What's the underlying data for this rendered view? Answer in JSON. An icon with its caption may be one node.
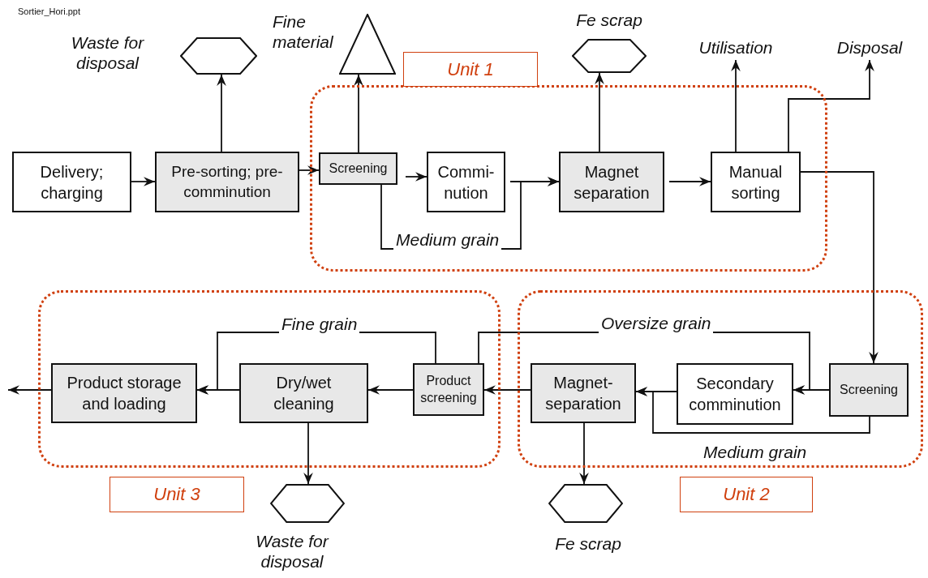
{
  "diagram": {
    "nodes": [
      {
        "text": [
          "Delivery; charging"
        ]
      },
      {
        "text": [
          "Pre-sorting; pre-comminution"
        ]
      },
      {
        "text": [],
        "shape": "hexagon",
        "beside": [
          "Waste for disposal"
        ]
      },
      {
        "text": [
          "Unit 1"
        ]
      },
      {
        "text": [
          "Screening"
        ],
        "in": 3
      },
      {
        "text": [],
        "shape": "triangle",
        "beside": [
          "Fine material"
        ]
      },
      {
        "text": [
          "Commi- nution"
        ],
        "in": 3
      },
      {
        "text": [
          "Magnet separation"
        ],
        "in": 3
      },
      {
        "text": [],
        "shape": "hexagon",
        "beside": [
          "Fe scrap"
        ]
      },
      {
        "text": [
          "Manual sorting"
        ],
        "in": 3
      },
      {
        "text": [
          "Utilisation"
        ]
      },
      {
        "text": [
          "Disposal"
        ]
      },
      {
        "text": [
          "Unit 2"
        ]
      },
      {
        "text": [
          "Screening"
        ],
        "in": 12
      },
      {
        "text": [
          "Secondary comminution"
        ],
        "in": 12
      },
      {
        "text": [
          "Magnet- separation"
        ],
        "in": 12
      },
      {
        "text": [],
        "shape": "hexagon",
        "beside": [
          "Fe scrap"
        ]
      },
      {
        "text": [
          "Unit 3"
        ]
      },
      {
        "text": [
          "Product screening"
        ],
        "in": 17
      },
      {
        "text": [
          "Dry/wet cleaning"
        ],
        "in": 17
      },
      {
        "text": [
          "Product storage and loading"
        ],
        "in": 17
      },
      {
        "text": [],
        "shape": "hexagon",
        "beside": [
          "Waste for disposal"
        ]
      }
    ],
    "edges": [
      {
        "from": 0,
        "to": 1,
        "arrow": "to"
      },
      {
        "from": 1,
        "to": 2,
        "arrow": "to"
      },
      {
        "from": 1,
        "to": 4,
        "arrow": "to"
      },
      {
        "from": 4,
        "to": 5,
        "arrow": "to"
      },
      {
        "from": 4,
        "to": 6,
        "arrow": "to"
      },
      {
        "from": 4,
        "to": 7,
        "arrow": "to",
        "label": "Medium grain"
      },
      {
        "from": 6,
        "to": 7,
        "arrow": "to"
      },
      {
        "from": 7,
        "to": 8,
        "arrow": "to"
      },
      {
        "from": 7,
        "to": 9,
        "arrow": "to"
      },
      {
        "from": 9,
        "to": 10,
        "arrow": "to"
      },
      {
        "from": 9,
        "to": 11,
        "arrow": "to"
      },
      {
        "from": 9,
        "to": 13,
        "arrow": "to"
      },
      {
        "from": 13,
        "to": 14,
        "arrow": "to"
      },
      {
        "from": 18,
        "to": 14,
        "arrow": "to",
        "label": "Oversize grain"
      },
      {
        "from": 13,
        "to": 15,
        "arrow": "to",
        "label": "Medium grain"
      },
      {
        "from": 14,
        "to": 15,
        "arrow": "to"
      },
      {
        "from": 15,
        "to": 18,
        "arrow": "to"
      },
      {
        "from": 15,
        "to": 16,
        "arrow": "to"
      },
      {
        "from": 18,
        "to": 19,
        "arrow": "to"
      },
      {
        "from": 18,
        "to": 20,
        "arrow": "to",
        "label": "Fine grain"
      },
      {
        "from": 19,
        "to": 20,
        "arrow": "to"
      },
      {
        "from": 19,
        "to": 21,
        "arrow": "to"
      },
      {
        "from": 20,
        "to": null,
        "arrow": "to"
      }
    ],
    "labels": [
      "Sortier_Hori.ppt"
    ]
  }
}
